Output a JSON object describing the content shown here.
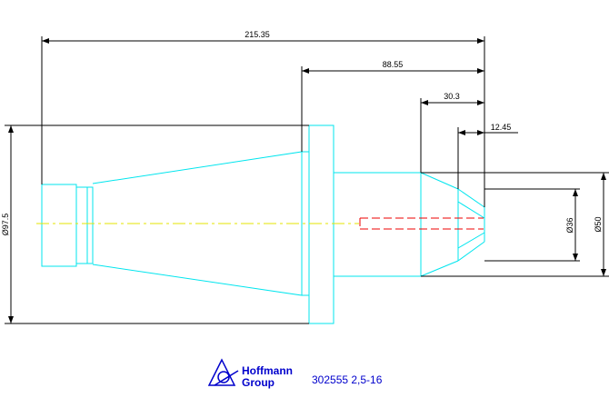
{
  "drawing": {
    "dimensions": {
      "overall_length": "215.35",
      "taper_length": "88.55",
      "bore_depth": "30.3",
      "inner_depth": "12.45",
      "flange_diameter": "Ø97.5",
      "bore_diameter": "Ø36",
      "nose_diameter": "Ø50"
    },
    "colors": {
      "outline": "#00e5ee",
      "dimension": "#000000",
      "centerline": "#e6e600",
      "hidden": "#ee0000",
      "label": "#0000cc"
    }
  },
  "title_block": {
    "logo_line1": "Hoffmann",
    "logo_line2": "Group",
    "part_number": "302555 2,5-16"
  }
}
